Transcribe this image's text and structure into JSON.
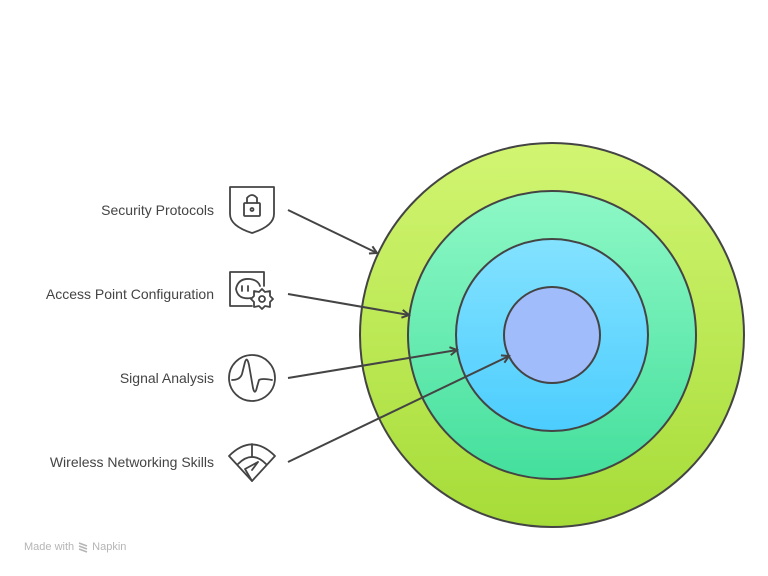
{
  "items": [
    {
      "label": "Security Protocols",
      "icon": "shield-lock-icon"
    },
    {
      "label": "Access Point Configuration",
      "icon": "outlet-gear-icon"
    },
    {
      "label": "Signal Analysis",
      "icon": "waveform-icon"
    },
    {
      "label": "Wireless Networking Skills",
      "icon": "wifi-icon"
    }
  ],
  "colors": {
    "ring1_top": "#d2f572",
    "ring1_bottom": "#a6dc38",
    "ring2_top": "#8ef8c6",
    "ring2_bottom": "#44df9c",
    "ring3_top": "#84e2ff",
    "ring3_bottom": "#4ccdfe",
    "core": "#a0bcfa",
    "stroke": "#444444"
  },
  "watermark": {
    "prefix": "Made with",
    "brand": "Napkin"
  }
}
